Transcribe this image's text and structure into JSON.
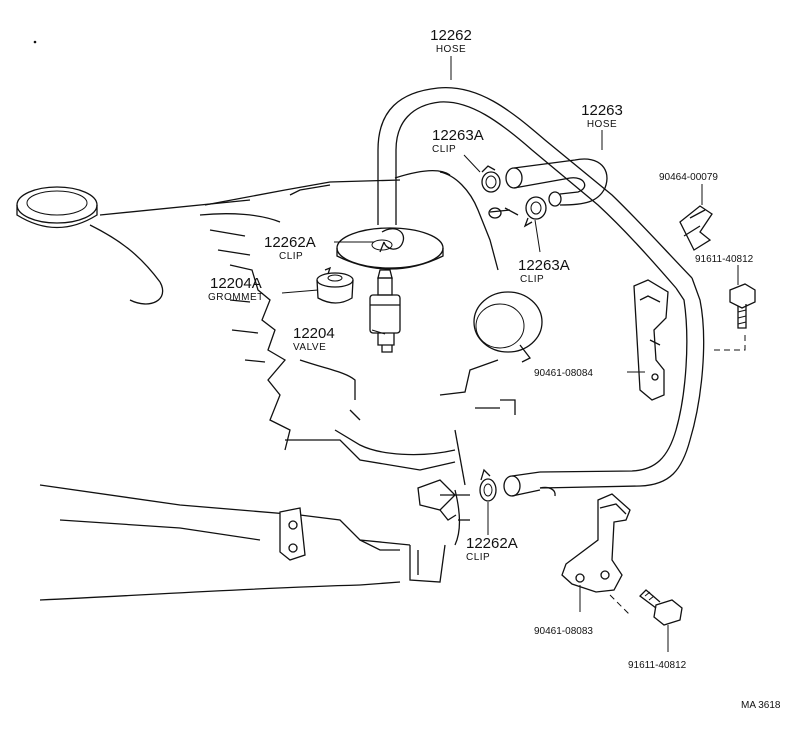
{
  "parts": [
    {
      "id": "hose-12262",
      "number": "12262",
      "name": "HOSE"
    },
    {
      "id": "hose-12263",
      "number": "12263",
      "name": "HOSE"
    },
    {
      "id": "clip-12263a-top",
      "number": "12263A",
      "name": "CLIP"
    },
    {
      "id": "clip-12262a-top",
      "number": "12262A",
      "name": "CLIP"
    },
    {
      "id": "grommet-12204a",
      "number": "12204A",
      "name": "GROMMET"
    },
    {
      "id": "valve-12204",
      "number": "12204",
      "name": "VALVE"
    },
    {
      "id": "clip-12263a-right",
      "number": "12263A",
      "name": "CLIP"
    },
    {
      "id": "clip-12262a-bottom",
      "number": "12262A",
      "name": "CLIP"
    },
    {
      "id": "clamp-90464-00079",
      "number": "90464-00079",
      "name": ""
    },
    {
      "id": "bolt-91611-40812-top",
      "number": "91611-40812",
      "name": ""
    },
    {
      "id": "bracket-90461-08084",
      "number": "90461-08084",
      "name": ""
    },
    {
      "id": "bracket-90461-08083",
      "number": "90461-08083",
      "name": ""
    },
    {
      "id": "bolt-91611-40812-bottom",
      "number": "91611-40812",
      "name": ""
    }
  ],
  "figure_ref": "MA 3618"
}
